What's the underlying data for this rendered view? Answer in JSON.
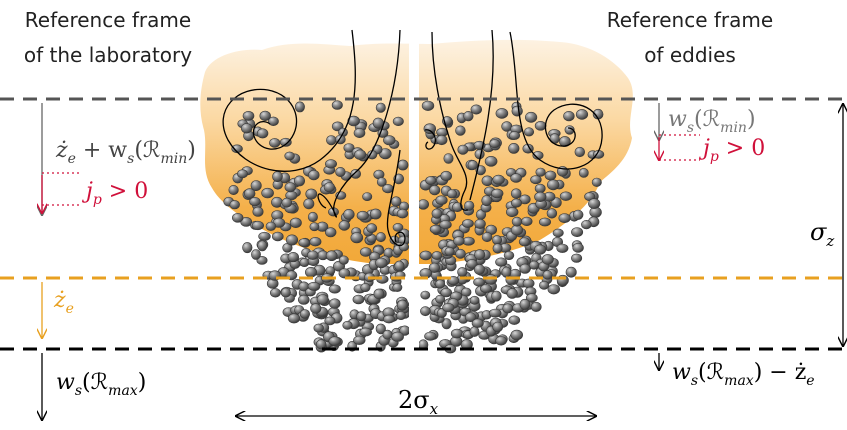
{
  "headings": {
    "left_line1": "Reference frame",
    "left_line2": "of the laboratory",
    "right_line1": "Reference frame",
    "right_line2": "of eddies"
  },
  "labels": {
    "lab_settling": "ż",
    "lab_settling_sub": "e",
    "lab_settling_rest": " + w",
    "lab_settling_s": "s",
    "lab_settling_arg": "(ℛ",
    "lab_settling_arg_sub": "min",
    "lab_settling_close": ")",
    "flux_left_j": "j",
    "flux_left_p": "p",
    "flux_left_rest": " > 0",
    "eddy_settling_w": "w",
    "eddy_settling_s": "s",
    "eddy_settling_arg": "(ℛ",
    "eddy_settling_arg_sub": "min",
    "eddy_settling_close": ")",
    "flux_right_j": "j",
    "flux_right_p": "p",
    "flux_right_rest": " > 0",
    "interface_velocity": "ż",
    "interface_velocity_sub": "e",
    "max_settling_w": "w",
    "max_settling_s": "s",
    "max_settling_arg": "(ℛ",
    "max_settling_arg_sub": "max",
    "max_settling_close": ")",
    "rel_settling_w": "w",
    "rel_settling_s": "s",
    "rel_settling_arg": "(ℛ",
    "rel_settling_arg_sub": "max",
    "rel_settling_close": ") − ż",
    "rel_settling_sub": "e",
    "sigma_z": "σ",
    "sigma_z_sub": "z",
    "sigma_x_prefix": "2σ",
    "sigma_x_sub": "x"
  },
  "colors": {
    "top_line": "#555555",
    "mid_line": "#e8a020",
    "bottom_line": "#000000",
    "flux_red": "#d0103a",
    "gray_text": "#777777",
    "orange_text": "#e8a020",
    "cloud_light": "#fde8c8",
    "cloud_dark": "#f0a830",
    "particle": "#6a6a6a"
  }
}
